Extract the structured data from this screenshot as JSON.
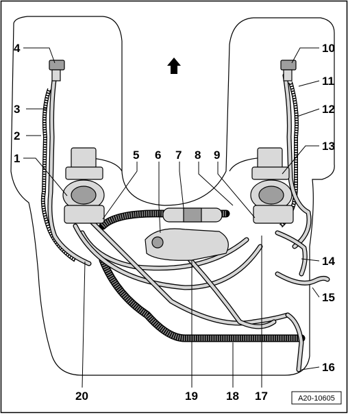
{
  "figure_id": "A20-10605",
  "callouts": [
    "1",
    "2",
    "3",
    "4",
    "5",
    "6",
    "7",
    "8",
    "9",
    "10",
    "11",
    "12",
    "13",
    "14",
    "15",
    "16",
    "17",
    "18",
    "19",
    "20"
  ]
}
